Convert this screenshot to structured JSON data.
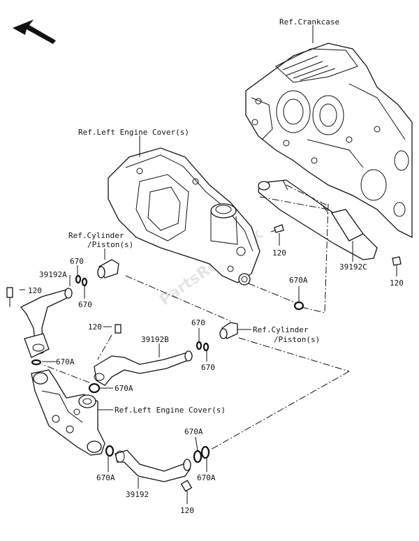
{
  "labels": {
    "ref_crankcase": "Ref.Crankcase",
    "ref_left_cover_top": "Ref.Left Engine Cover(s)",
    "ref_cylinder_top_1": "Ref.Cylinder",
    "ref_cylinder_top_2": "/Piston(s)",
    "ref_cylinder_right_1": "Ref.Cylinder",
    "ref_cylinder_right_2": "/Piston(s)",
    "ref_left_cover_bottom": "Ref.Left Engine Cover(s)",
    "p_39192A": "39192A",
    "p_39192B": "39192B",
    "p_39192C": "39192C",
    "p_39192": "39192",
    "p_120_a": "120",
    "p_120_b": "120",
    "p_120_c": "120",
    "p_120_d": "120",
    "p_120_e": "120",
    "p_670_a": "670",
    "p_670_b": "670",
    "p_670_c": "670",
    "p_670_d": "670",
    "p_670A_a": "670A",
    "p_670A_b": "670A",
    "p_670A_c": "670A",
    "p_670A_d": "670A",
    "p_670A_e": "670A",
    "p_670A_f": "670A"
  },
  "watermark": "PartsRepublik",
  "colors": {
    "line": "#111111",
    "watermark": "#d9d9d9"
  },
  "icons": {
    "orientation": "front-arrow-icon"
  }
}
